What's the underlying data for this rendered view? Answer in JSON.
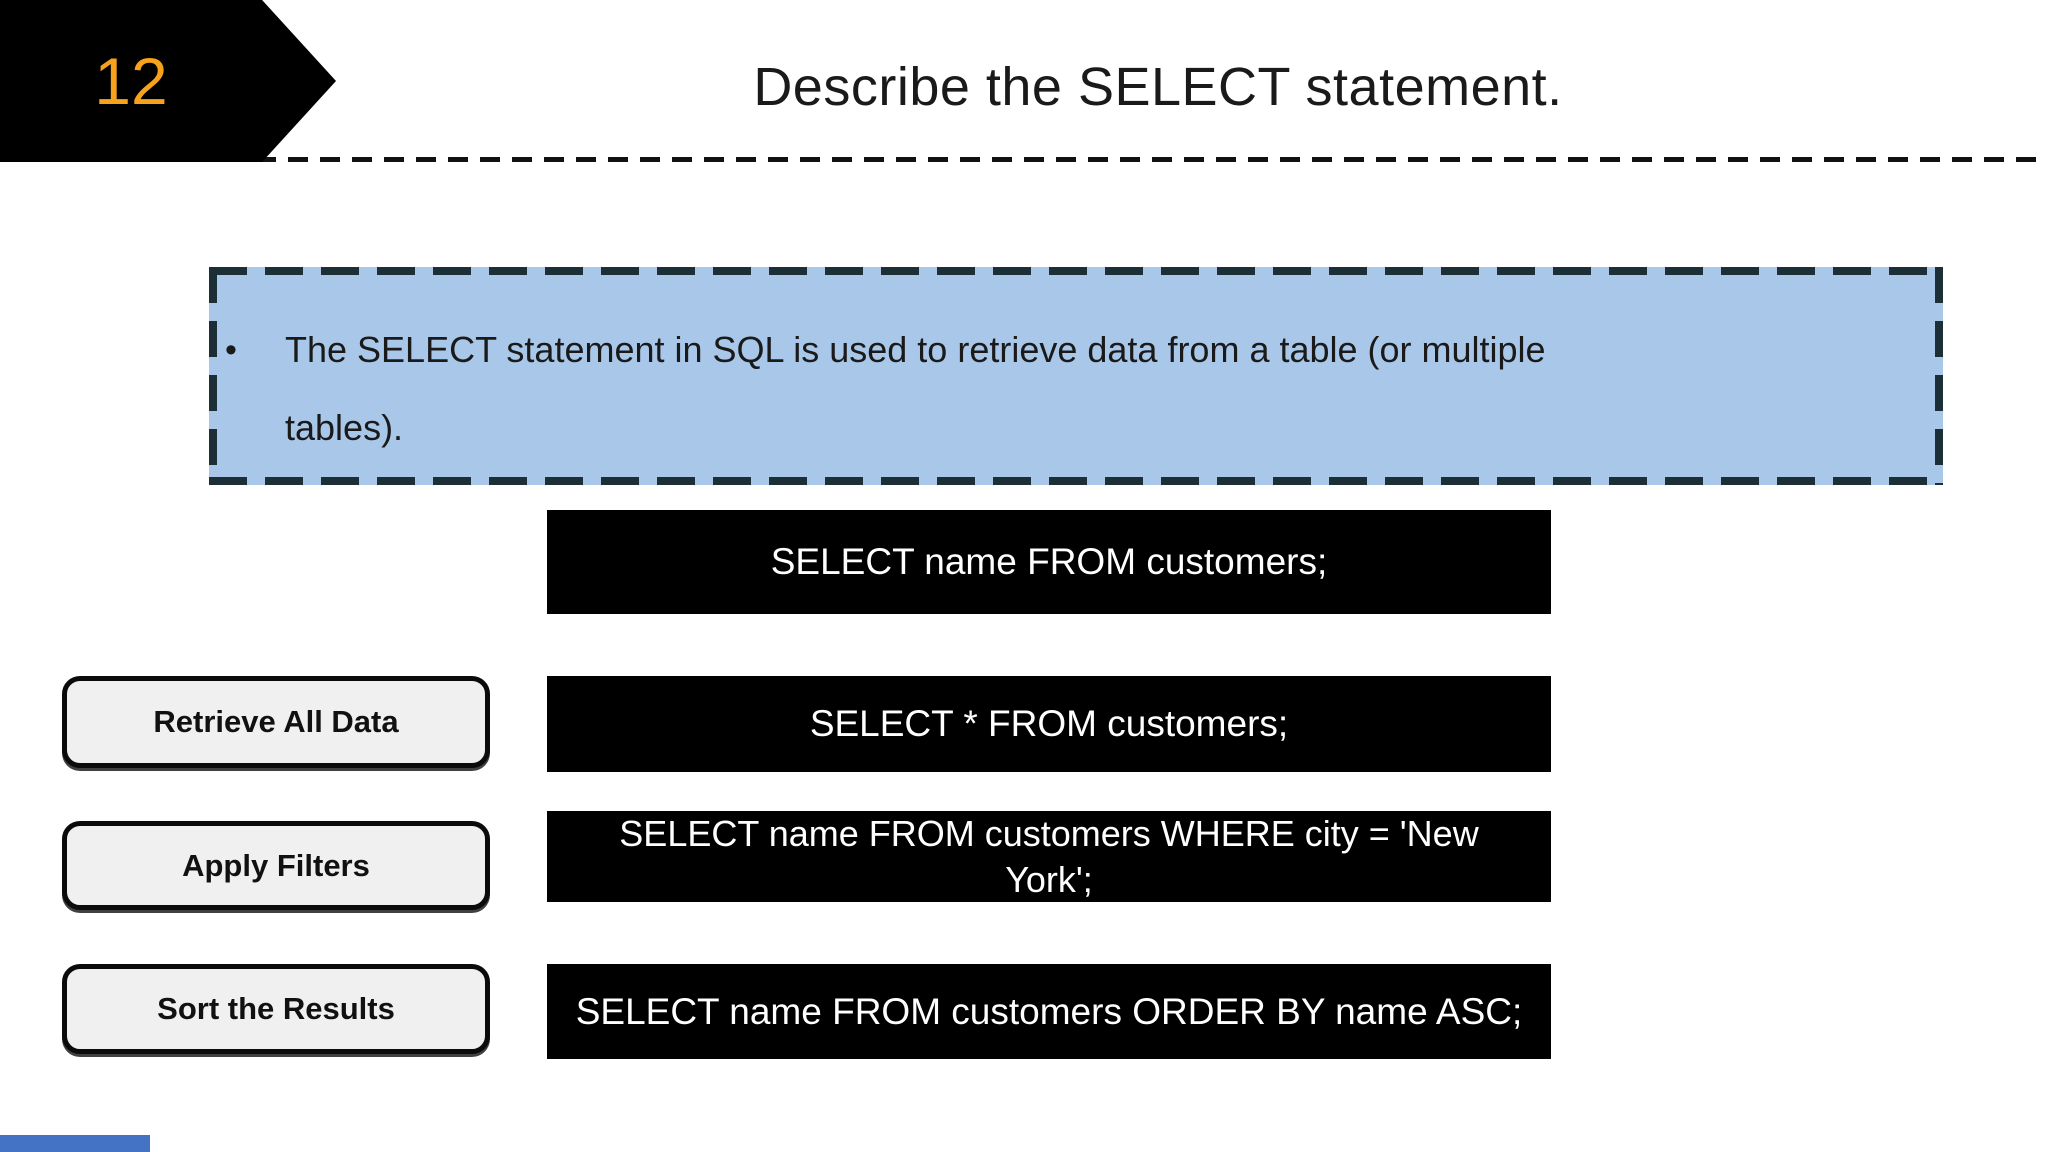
{
  "slide": {
    "page_number": "12",
    "title": "Describe the SELECT statement.",
    "definition": {
      "bullet": "•",
      "text": "The SELECT statement in SQL is used to retrieve data from a table (or multiple\ntables)."
    },
    "intro_sql": "SELECT name FROM customers;",
    "rows": [
      {
        "label": "Retrieve All Data",
        "sql": "SELECT * FROM customers;"
      },
      {
        "label": "Apply Filters",
        "sql": "SELECT name FROM customers WHERE city = 'New\nYork';"
      },
      {
        "label": "Sort the Results",
        "sql": "SELECT name FROM customers ORDER BY name ASC;"
      }
    ],
    "colors": {
      "accent_orange": "#F7A21C",
      "definition_fill": "#A9C7E9",
      "definition_border": "#1C2F36",
      "code_background": "#000000",
      "code_text": "#FFFFFF",
      "button_fill": "#F0F0F0",
      "button_border": "#0B0B0B",
      "footer_accent": "#4472C4"
    }
  }
}
